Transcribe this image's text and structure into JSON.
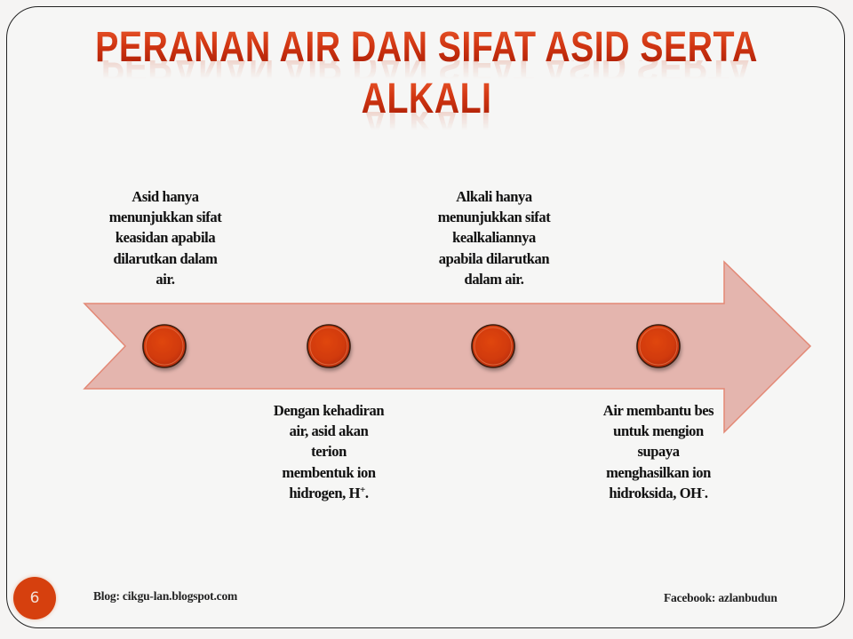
{
  "slide": {
    "title_line1": "PERANAN AIR DAN SIFAT ASID SERTA",
    "title_line2": "ALKALI",
    "page_number": "6",
    "colors": {
      "title_red": "#c8290c",
      "arrow_fill": "#e4b5ae",
      "arrow_stroke": "#e38875",
      "node_fill": "#d23c10",
      "page_badge": "#d6400e",
      "background": "#f6f6f5"
    }
  },
  "timeline": {
    "nodes": [
      {
        "id": 1,
        "position": "above",
        "text": "Asid hanya menunjukkan sifat keasidan apabila dilarutkan dalam air."
      },
      {
        "id": 2,
        "position": "below",
        "text_main": "Dengan kehadiran air, asid akan terion membentuk ion hidrogen, H",
        "superscript": "+",
        "text_end": "."
      },
      {
        "id": 3,
        "position": "above",
        "text": "Alkali hanya menunjukkan sifat kealkaliannya apabila dilarutkan dalam air."
      },
      {
        "id": 4,
        "position": "below",
        "text_main": "Air membantu bes untuk mengion supaya menghasilkan ion hidroksida, OH",
        "superscript": "-",
        "text_end": "."
      }
    ],
    "callouts": {
      "c1_lines": [
        "Asid hanya",
        "menunjukkan sifat",
        "keasidan apabila",
        "dilarutkan dalam",
        "air."
      ],
      "c2_lines": [
        "Alkali hanya",
        "menunjukkan sifat",
        "kealkaliannya",
        "apabila dilarutkan",
        "dalam air."
      ],
      "c3_lines": [
        "Dengan kehadiran",
        "air, asid akan",
        "terion",
        "membentuk ion",
        "hidrogen, H"
      ],
      "c3_sup": "+",
      "c3_end": ".",
      "c4_lines": [
        "Air membantu bes",
        "untuk mengion",
        "supaya",
        "menghasilkan ion",
        "hidroksida, OH"
      ],
      "c4_sup": "-",
      "c4_end": "."
    }
  },
  "footer": {
    "blog": "Blog: cikgu-lan.blogspot.com",
    "facebook": "Facebook: azlanbudun"
  }
}
